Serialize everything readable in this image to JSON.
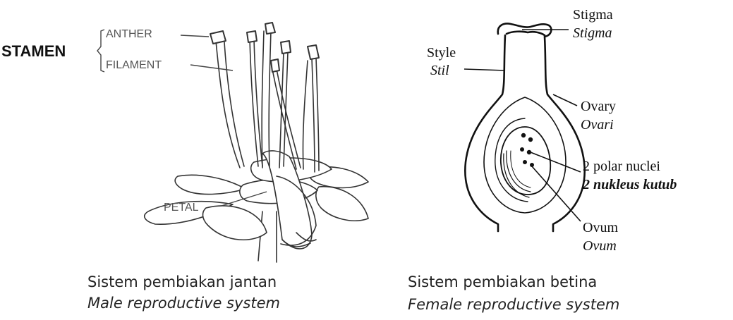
{
  "male": {
    "stamen_label": "STAMEN",
    "anther_label": "ANTHER",
    "filament_label": "FILAMENT",
    "petal_label": "PETAL",
    "caption_ms": "Sistem pembiakan jantan",
    "caption_en": "Male reproductive system"
  },
  "female": {
    "stigma_en": "Stigma",
    "stigma_ms": "Stigma",
    "style_en": "Style",
    "style_ms": "Stil",
    "ovary_en": "Ovary",
    "ovary_ms": "Ovari",
    "polar_en": "2 polar nuclei",
    "polar_ms": "2 nukleus kutub",
    "ovum_en": "Ovum",
    "ovum_ms": "Ovum",
    "caption_ms": "Sistem pembiakan betina",
    "caption_en": "Female reproductive system"
  }
}
